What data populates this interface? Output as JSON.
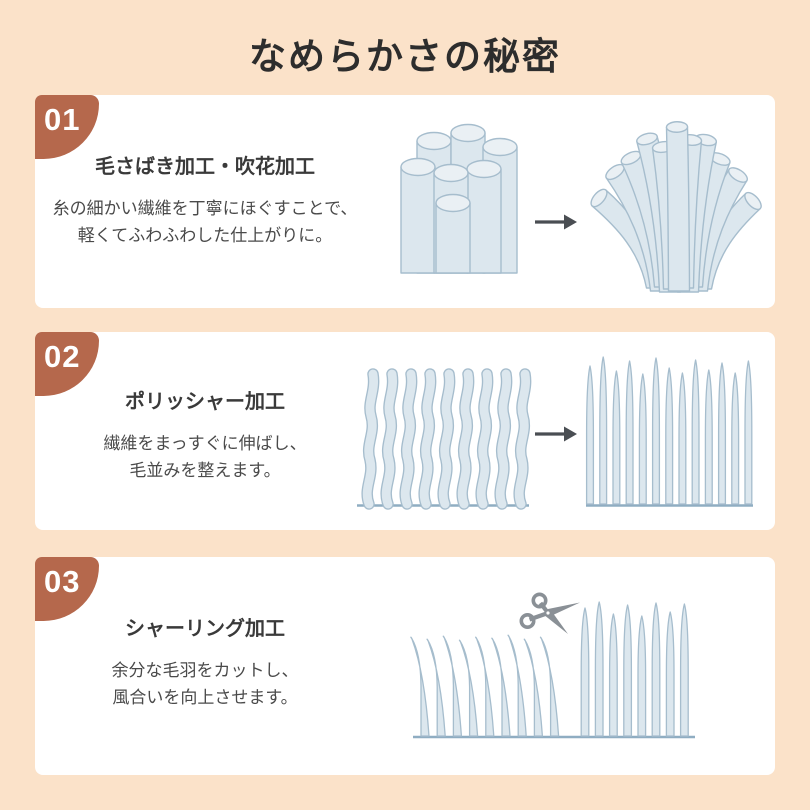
{
  "title": "なめらかさの秘密",
  "colors": {
    "background": "#fbe2c9",
    "card": "#ffffff",
    "badge": "#b5684c",
    "heading_text": "#3a3a3a",
    "body_text": "#4a4a4a",
    "fiber_fill": "#dce7ee",
    "fiber_cap": "#eaf0f4",
    "fiber_stroke": "#a6bdcd",
    "baseline": "#8fadc2",
    "arrow": "#4a4e53",
    "scissors": "#8a9096"
  },
  "steps": [
    {
      "number": "01",
      "heading": "毛さばき加工・吹花加工",
      "lines": [
        "糸の細かい繊維を丁寧にほぐすことで、",
        "軽くてふわふわした仕上がりに。"
      ]
    },
    {
      "number": "02",
      "heading": "ポリッシャー加工",
      "lines": [
        "繊維をまっすぐに伸ばし、",
        "毛並みを整えます。"
      ]
    },
    {
      "number": "03",
      "heading": "シャーリング加工",
      "lines": [
        "余分な毛羽をカットし、",
        "風合いを向上させます。"
      ]
    }
  ]
}
